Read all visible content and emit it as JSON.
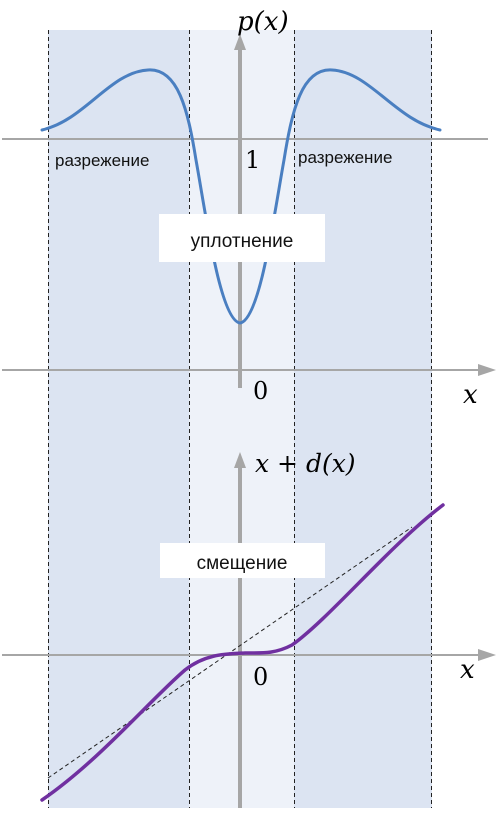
{
  "colors": {
    "band_outer": "#dce4f2",
    "band_inner": "#eef2f9",
    "axis": "#999999",
    "baseline": "#a6a6a6",
    "curve_top": "#4a7fc1",
    "curve_bottom": "#7030a0",
    "dashed": "#222222",
    "label_bg": "#ffffff"
  },
  "top_panel": {
    "y_axis_label": "p(x)",
    "x_axis_label": "x",
    "tick_one": "1",
    "tick_zero": "0",
    "left_region_label": "разрежение",
    "right_region_label": "разрежение",
    "center_region_label": "уплотнение"
  },
  "bottom_panel": {
    "y_axis_label": "x + d(x)",
    "x_axis_label": "x",
    "tick_zero": "0",
    "center_region_label": "смещение"
  }
}
